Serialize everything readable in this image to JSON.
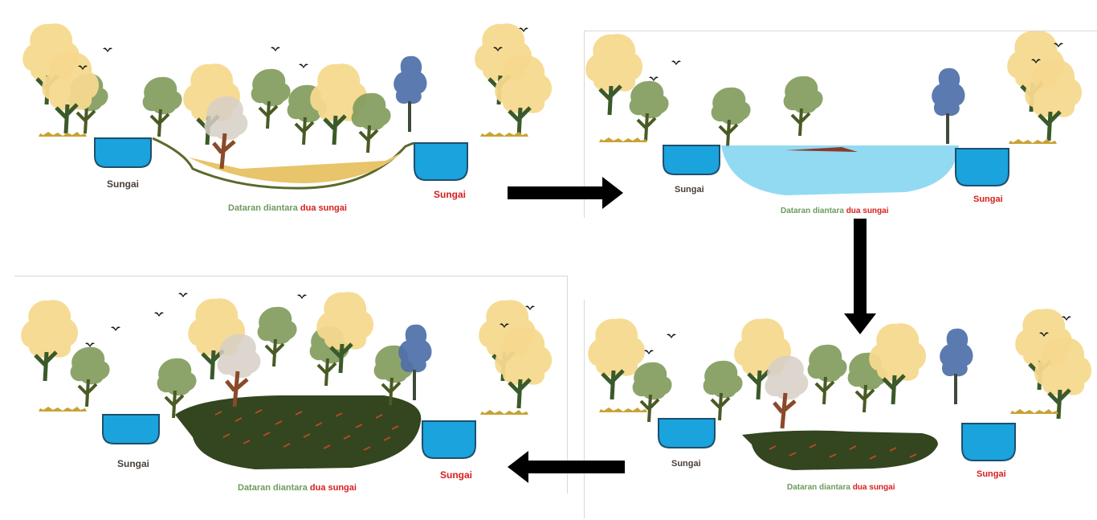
{
  "colors": {
    "river": "#1aa3dc",
    "river_outline": "#1e4f6e",
    "grass": "#c9a233",
    "label_dark": "#4a4038",
    "label_green": "#6c9b5d",
    "label_red": "#d81d1d",
    "floodwater": "#7fd4f0",
    "cleared_soil": "#33461f",
    "arrow": "#000000"
  },
  "panels": [
    {
      "id": "stage-1-forest",
      "left_label": "Sungai",
      "right_label": "Sungai",
      "bottom_label_prefix": "Dataran diantara ",
      "bottom_label_highlight": "dua sungai"
    },
    {
      "id": "stage-2-flooded",
      "left_label": "Sungai",
      "right_label": "Sungai",
      "bottom_label_prefix": "Dataran diantara ",
      "bottom_label_highlight": "dua sungai"
    },
    {
      "id": "stage-3-regrowth",
      "left_label": "Sungai",
      "right_label": "Sungai",
      "bottom_label_prefix": "Dataran diantara ",
      "bottom_label_highlight": "dua sungai"
    },
    {
      "id": "stage-4-planted",
      "left_label": "Sungai",
      "right_label": "Sungai",
      "bottom_label_prefix": "Dataran diantara ",
      "bottom_label_highlight": "dua sungai"
    }
  ],
  "arrows": [
    {
      "name": "arrow-right",
      "direction": "right"
    },
    {
      "name": "arrow-down",
      "direction": "down"
    },
    {
      "name": "arrow-left",
      "direction": "left"
    }
  ]
}
